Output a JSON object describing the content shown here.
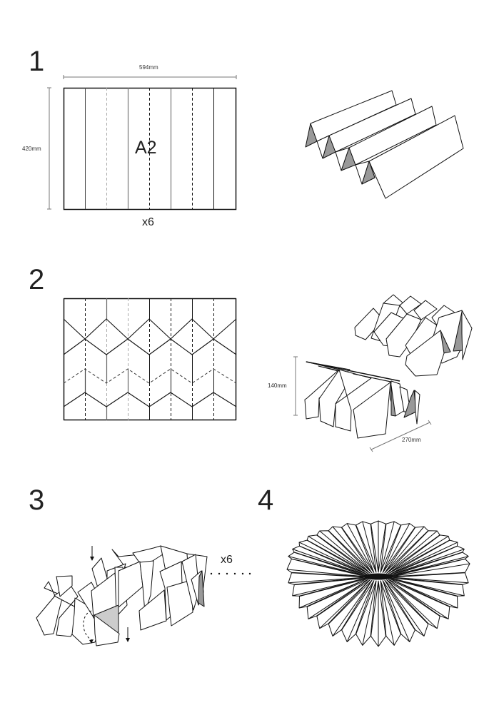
{
  "title": "Folding instructions",
  "colors": {
    "line": "#111111",
    "dim_line": "#777777",
    "shade": "#999999",
    "light_shade": "#cccccc"
  },
  "steps": [
    {
      "number": "1",
      "sheet_label": "A2",
      "width_label": "594mm",
      "height_label": "420mm",
      "multiplier": "x6"
    },
    {
      "number": "2",
      "height_label": "140mm",
      "depth_label": "270mm"
    },
    {
      "number": "3",
      "multiplier": "x6"
    },
    {
      "number": "4"
    }
  ]
}
